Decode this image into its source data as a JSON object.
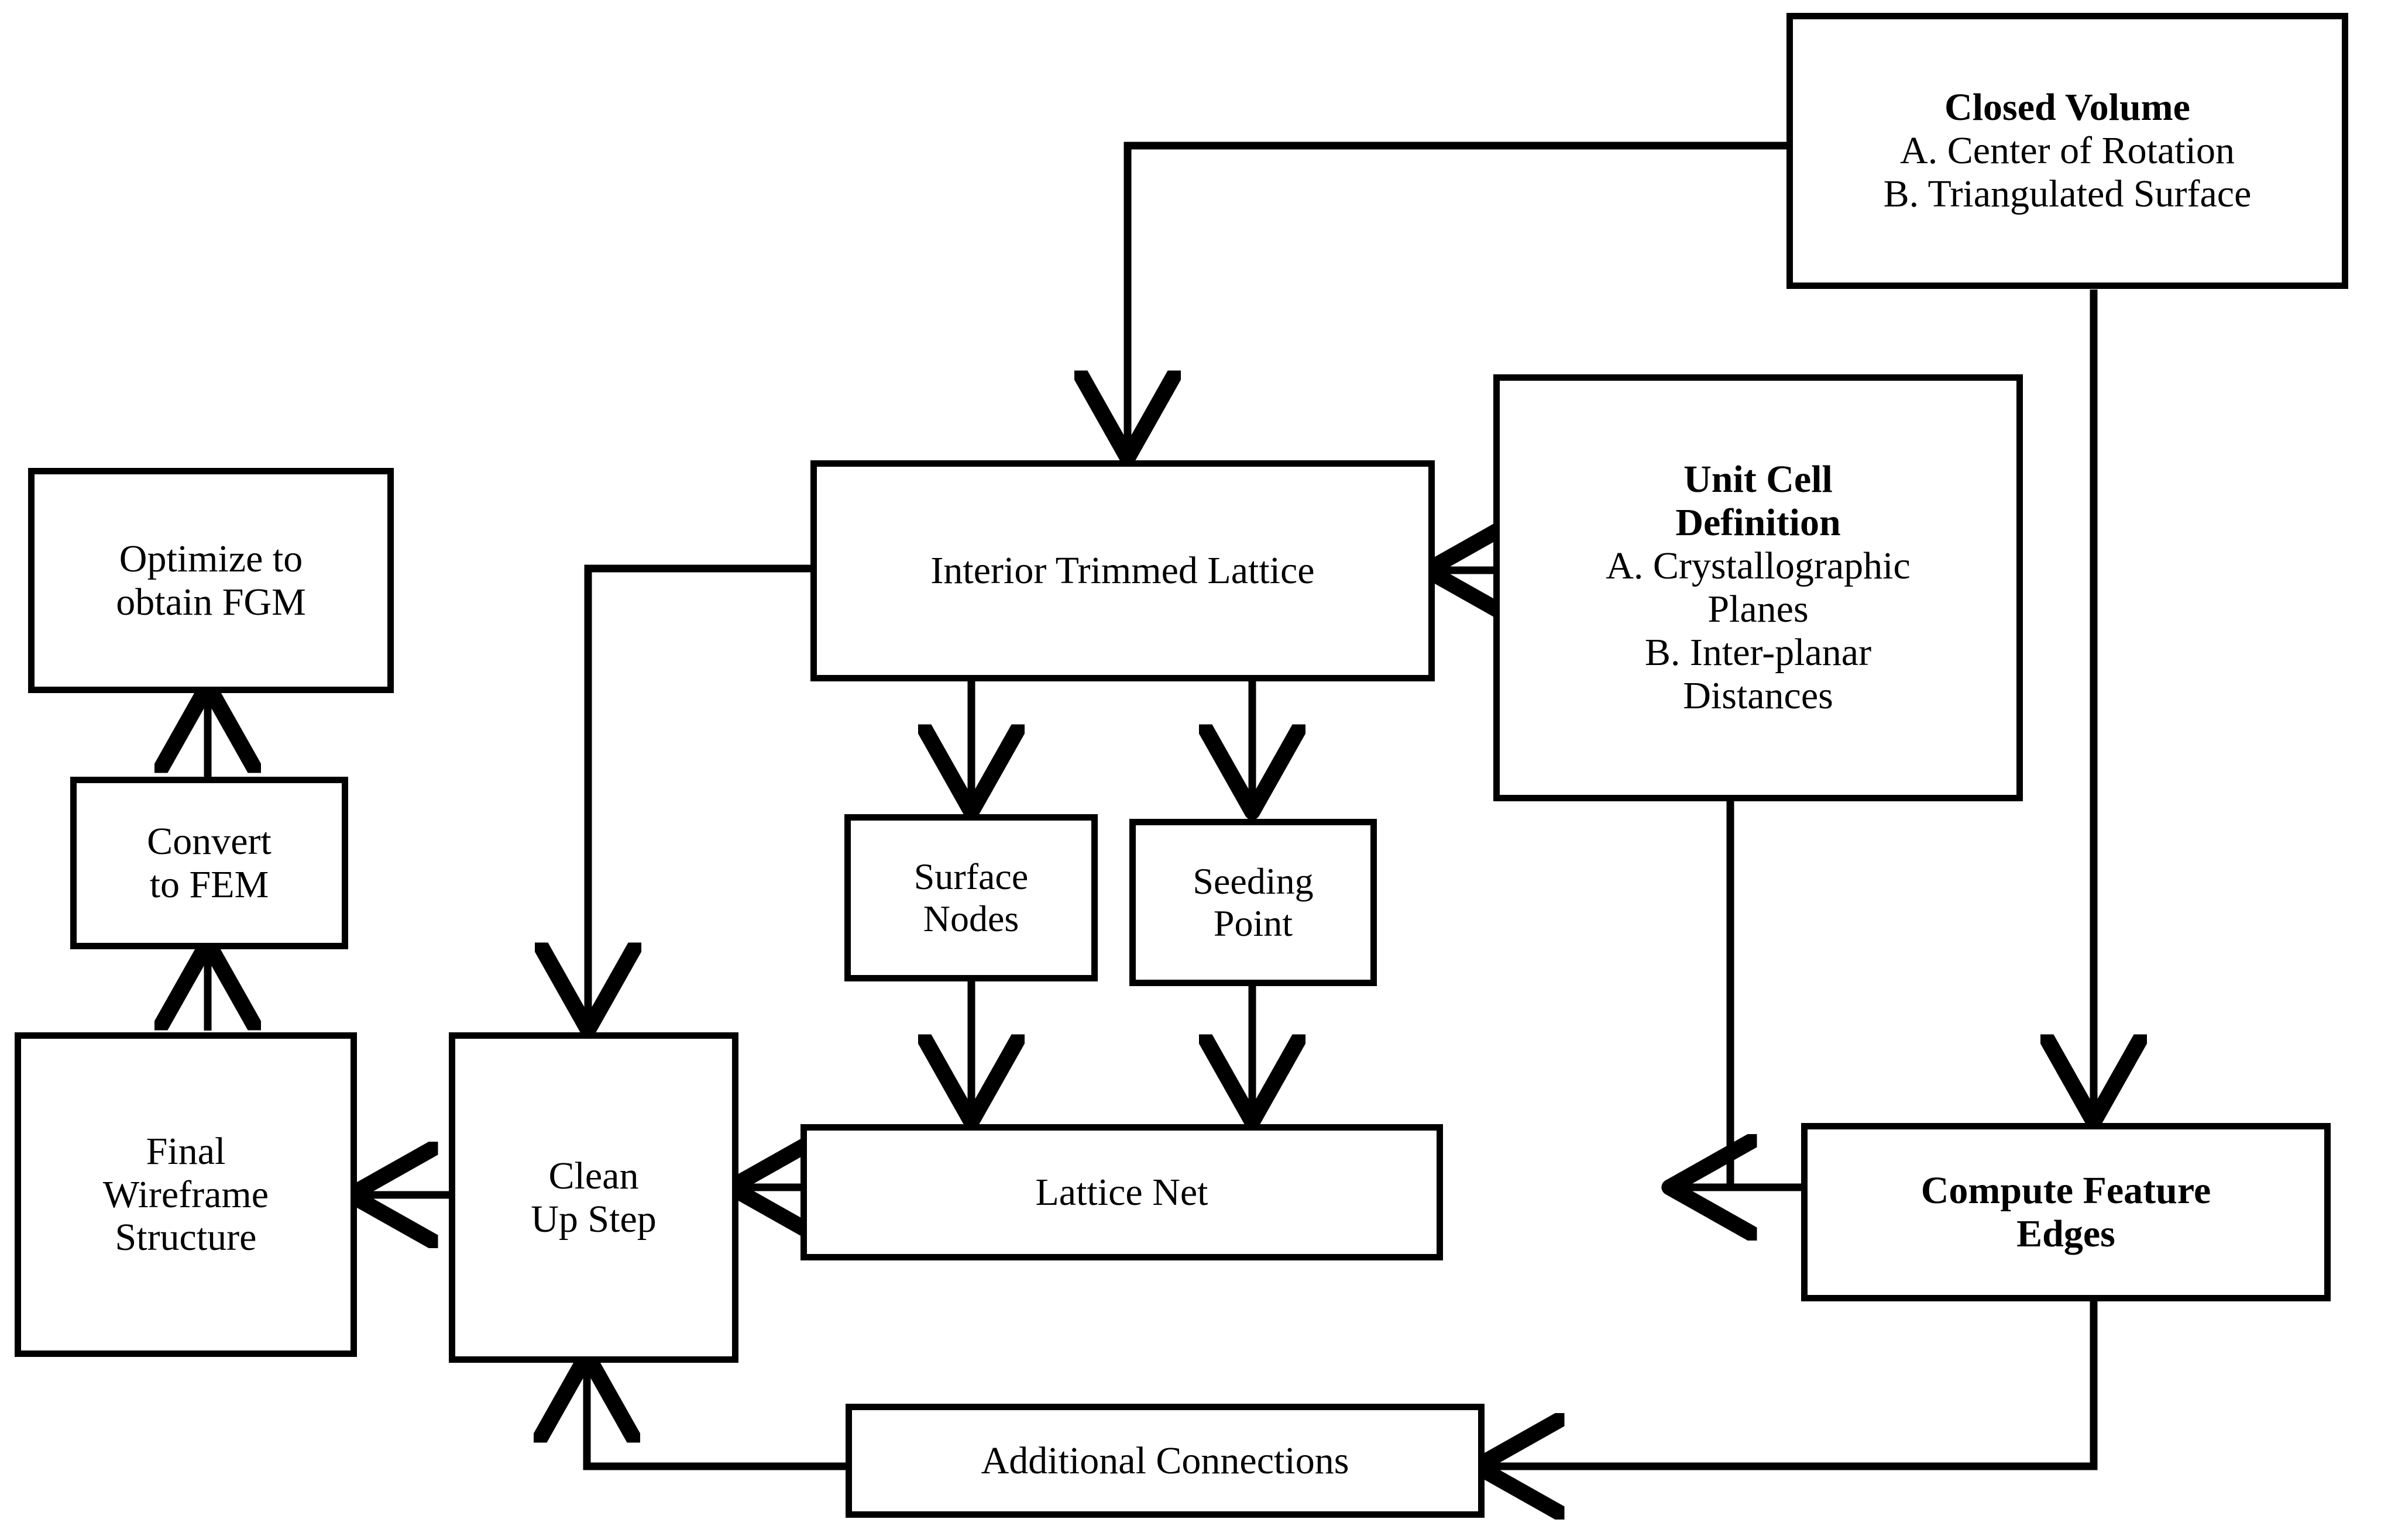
{
  "diagram": {
    "title": "Lattice structure generation workflow flowchart",
    "type": "flowchart",
    "colors": {
      "stroke": "#000000",
      "fill": "#ffffff",
      "text": "#000000"
    },
    "nodes": [
      {
        "id": "closed-volume",
        "lines": [
          "Closed Volume",
          "A. Center of Rotation",
          "B. Triangulated Surface"
        ],
        "bold_lines": [
          true,
          false,
          false
        ]
      },
      {
        "id": "unit-cell-definition",
        "lines": [
          "Unit Cell",
          "Definition",
          "A. Crystallographic",
          "Planes",
          "B. Inter-planar",
          "Distances"
        ],
        "bold_lines": [
          true,
          true,
          false,
          false,
          false,
          false
        ]
      },
      {
        "id": "interior-trimmed-lattice",
        "lines": [
          "Interior Trimmed Lattice"
        ],
        "bold_lines": [
          false
        ]
      },
      {
        "id": "surface-nodes",
        "lines": [
          "Surface",
          "Nodes"
        ],
        "bold_lines": [
          false,
          false
        ]
      },
      {
        "id": "seeding-point",
        "lines": [
          "Seeding",
          "Point"
        ],
        "bold_lines": [
          false,
          false
        ]
      },
      {
        "id": "lattice-net",
        "lines": [
          "Lattice Net"
        ],
        "bold_lines": [
          false
        ]
      },
      {
        "id": "compute-feature-edges",
        "lines": [
          "Compute Feature",
          "Edges"
        ],
        "bold_lines": [
          true,
          true
        ]
      },
      {
        "id": "additional-connections",
        "lines": [
          "Additional Connections"
        ],
        "bold_lines": [
          false
        ]
      },
      {
        "id": "clean-up-step",
        "lines": [
          "Clean",
          "Up Step"
        ],
        "bold_lines": [
          false,
          false
        ]
      },
      {
        "id": "final-wireframe-structure",
        "lines": [
          "Final",
          "Wireframe",
          "Structure"
        ],
        "bold_lines": [
          false,
          false,
          false
        ]
      },
      {
        "id": "convert-to-fem",
        "lines": [
          "Convert",
          "to FEM"
        ],
        "bold_lines": [
          false,
          false
        ]
      },
      {
        "id": "optimize-to-obtain-fgm",
        "lines": [
          "Optimize to",
          "obtain FGM"
        ],
        "bold_lines": [
          false,
          false
        ]
      }
    ],
    "edges": [
      {
        "from": "closed-volume",
        "to": "interior-trimmed-lattice",
        "arrow": "down"
      },
      {
        "from": "closed-volume",
        "to": "compute-feature-edges",
        "arrow": "down"
      },
      {
        "from": "unit-cell-definition",
        "to": "interior-trimmed-lattice",
        "arrow": "left"
      },
      {
        "from": "unit-cell-definition",
        "to": "lattice-net",
        "arrow": "left"
      },
      {
        "from": "interior-trimmed-lattice",
        "to": "surface-nodes",
        "arrow": "down"
      },
      {
        "from": "interior-trimmed-lattice",
        "to": "seeding-point",
        "arrow": "down"
      },
      {
        "from": "interior-trimmed-lattice",
        "to": "clean-up-step",
        "arrow": "down"
      },
      {
        "from": "surface-nodes",
        "to": "lattice-net",
        "arrow": "down"
      },
      {
        "from": "seeding-point",
        "to": "lattice-net",
        "arrow": "down"
      },
      {
        "from": "compute-feature-edges",
        "to": "lattice-net",
        "arrow": "left"
      },
      {
        "from": "compute-feature-edges",
        "to": "additional-connections",
        "arrow": "left"
      },
      {
        "from": "lattice-net",
        "to": "clean-up-step",
        "arrow": "left"
      },
      {
        "from": "additional-connections",
        "to": "clean-up-step",
        "arrow": "up"
      },
      {
        "from": "clean-up-step",
        "to": "final-wireframe-structure",
        "arrow": "left"
      },
      {
        "from": "final-wireframe-structure",
        "to": "convert-to-fem",
        "arrow": "up"
      },
      {
        "from": "convert-to-fem",
        "to": "optimize-to-obtain-fgm",
        "arrow": "up"
      }
    ]
  }
}
